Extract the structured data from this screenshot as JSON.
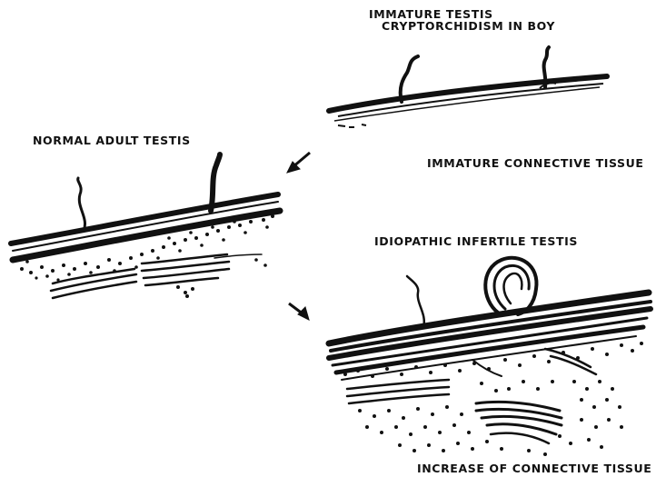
{
  "labels": {
    "immature_title": "IMMATURE TESTIS",
    "immature_subtitle": "CRYPTORCHIDISM IN BOY",
    "normal_title": "NORMAL ADULT TESTIS",
    "immature_tissue": "IMMATURE CONNECTIVE TISSUE",
    "infertile_title": "IDIOPATHIC INFERTILE TESTIS",
    "increase_tissue": "INCREASE OF CONNECTIVE TISSUE"
  },
  "colors": {
    "ink": "#111111",
    "paper": "#ffffff"
  }
}
